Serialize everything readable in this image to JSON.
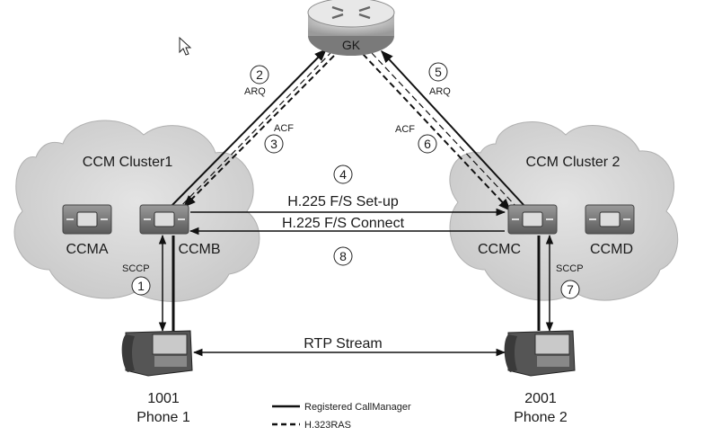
{
  "gatekeeper": {
    "label": "GK"
  },
  "clusters": [
    {
      "name": "CCM Cluster1"
    },
    {
      "name": "CCM Cluster 2"
    }
  ],
  "servers": {
    "ccma": "CCMA",
    "ccmb": "CCMB",
    "ccmc": "CCMC",
    "ccmd": "CCMD"
  },
  "messages": {
    "arq_left": "ARQ",
    "acf_left": "ACF",
    "arq_right": "ARQ",
    "acf_right": "ACF",
    "setup": "H.225 F/S Set-up",
    "connect": "H.225 F/S Connect",
    "sccp_left": "SCCP",
    "sccp_right": "SCCP",
    "rtp": "RTP Stream"
  },
  "steps": [
    "1",
    "2",
    "3",
    "4",
    "5",
    "6",
    "7",
    "8"
  ],
  "phones": [
    {
      "number": "1001",
      "name": "Phone 1"
    },
    {
      "number": "2001",
      "name": "Phone 2"
    }
  ],
  "legend": {
    "registered": "Registered CallManager",
    "ras": "H.323RAS"
  }
}
